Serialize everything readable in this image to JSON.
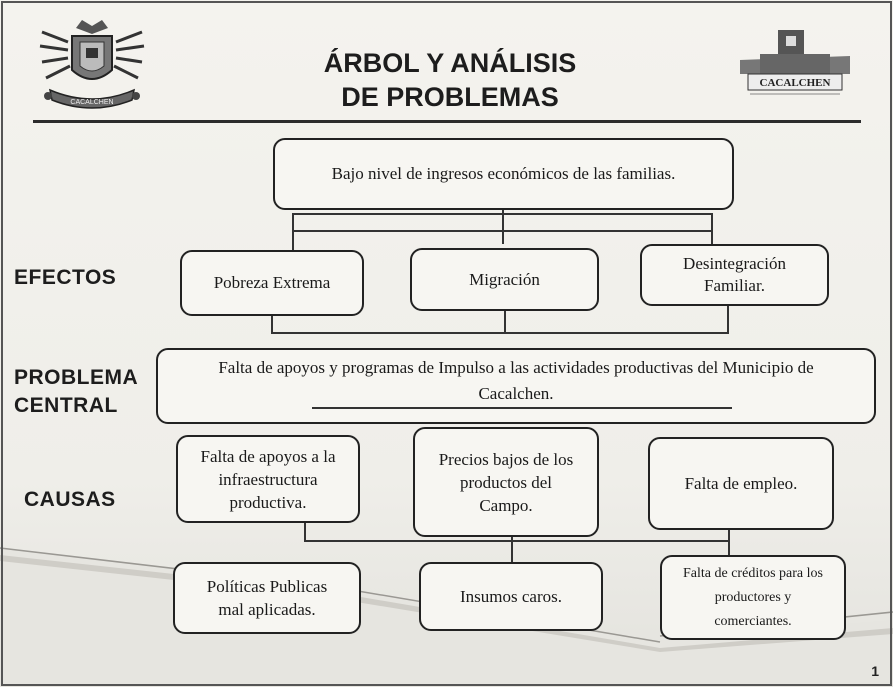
{
  "header": {
    "title_line1": "ÁRBOL Y ANÁLISIS",
    "title_line2": "DE PROBLEMAS",
    "left_logo": "municipal-coat-of-arms",
    "left_logo_text": "CACALCHEN",
    "right_logo": "cacalchen-church-logo",
    "right_logo_text": "CACALCHEN"
  },
  "labels": {
    "efectos": "EFECTOS",
    "problema": "PROBLEMA",
    "central": "CENTRAL",
    "causas": "CAUSAS"
  },
  "diagram": {
    "top_effect": "Bajo nivel de ingresos económicos de las familias.",
    "effects": [
      "Pobreza Extrema",
      "Migración",
      "Desintegración Familiar."
    ],
    "central_problem": "Falta de apoyos y programas de Impulso a las actividades productivas del Municipio de Cacalchen.",
    "causes": [
      "Falta de apoyos a la infraestructura productiva.",
      "Precios bajos de los productos del Campo.",
      "Falta de empleo."
    ],
    "root_causes": [
      "Políticas Publicas mal aplicadas.",
      "Insumos caros.",
      "Falta de créditos para los productores y comerciantes."
    ]
  },
  "page_number": "1",
  "colors": {
    "background": "#f4f3ee",
    "border": "#222222",
    "text": "#1a1a1a"
  }
}
